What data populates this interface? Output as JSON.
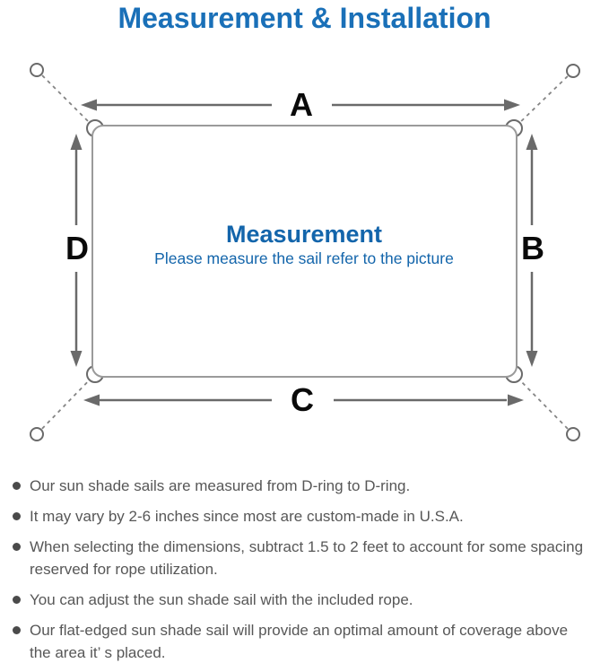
{
  "title": "Measurement & Installation",
  "diagram": {
    "labels": {
      "top": "A",
      "right": "B",
      "bottom": "C",
      "left": "D"
    },
    "center_title": "Measurement",
    "center_subtitle": "Please measure the sail refer to the picture"
  },
  "bullets": [
    {
      "lines": [
        "Our sun shade sails are measured from D-ring to D-ring."
      ]
    },
    {
      "lines": [
        "It may vary by 2-6 inches since most are custom-made in U.S.A."
      ]
    },
    {
      "lines": [
        "When selecting the dimensions, subtract 1.5 to 2 feet to account for some spacing",
        "reserved for rope utilization."
      ]
    },
    {
      "lines": [
        "You can adjust the sun shade sail with the included rope."
      ]
    },
    {
      "lines": [
        "Our flat-edged sun shade sail will provide an optimal amount of coverage above",
        "the area it’ s placed."
      ]
    }
  ],
  "colors": {
    "accent_blue": "#1a70b8",
    "center_blue": "#1365ab",
    "text_gray": "#575757",
    "arrow_gray": "#6a6a6a",
    "outline_gray": "#9a9a9a"
  },
  "icons": {
    "anchor_point": "circle-outline",
    "d_ring": "ring-outline",
    "dimension_arrow": "double-headed-arrow",
    "bullet": "filled-circle"
  }
}
